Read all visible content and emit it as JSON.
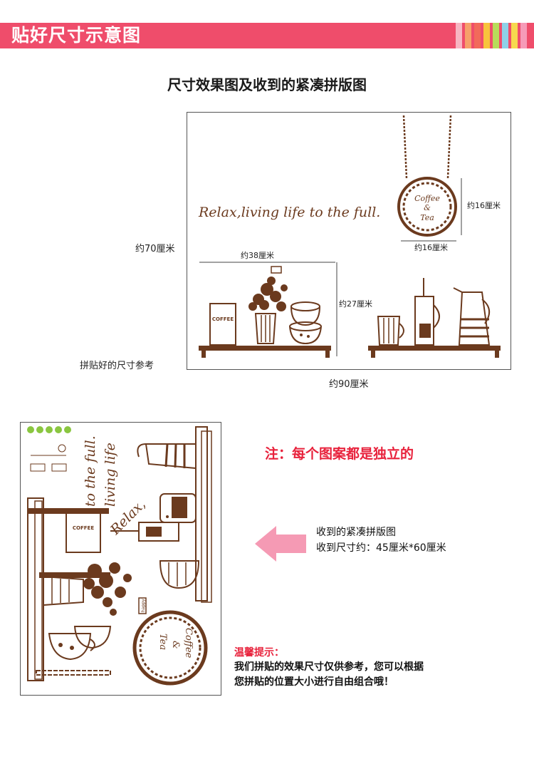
{
  "header": {
    "title": "贴好尺寸示意图",
    "colors": {
      "bar": "#ef4d6b",
      "stripes": [
        "#f7b6c2",
        "#f6a06a",
        "#f26a5a",
        "#f8c33c",
        "#b8dc5a",
        "#8fd1e8",
        "#f7d84e",
        "#f69bb8"
      ]
    }
  },
  "subtitle": "尺寸效果图及收到的紧凑拼版图",
  "diagram": {
    "quote": "Relax,living life to the full.",
    "sign_top": "Coffee",
    "sign_mid": "&",
    "sign_bottom": "Tea",
    "coffee_bag": "COFFEE",
    "happy_tag": "happy",
    "dims": {
      "height": "约70厘米",
      "width": "约90厘米",
      "shelf_width": "约38厘米",
      "shelf_height": "约27厘米",
      "sign_height": "约16厘米",
      "sign_width": "约16厘米"
    },
    "caption": "拼贴好的尺寸参考",
    "colors": {
      "brown": "#6b3a1e"
    }
  },
  "panel": {
    "quote_a": "to the full.",
    "quote_b": "living life",
    "quote_c": "Relax,",
    "coffee_bag": "COFFEE",
    "happy_tag": "happy",
    "sign_top": "Coffee",
    "sign_mid": "&",
    "sign_bottom": "Tea"
  },
  "note": "注：每个图案都是独立的",
  "received": {
    "line1": "收到的紧凑拼版图",
    "line2": "收到尺寸约：45厘米*60厘米",
    "arrow_color": "#f59ab4"
  },
  "tips": {
    "title": "温馨提示：",
    "line1": "我们拼贴的效果尺寸仅供参考，您可以根据",
    "line2": "您拼贴的位置大小进行自由组合哦！"
  }
}
